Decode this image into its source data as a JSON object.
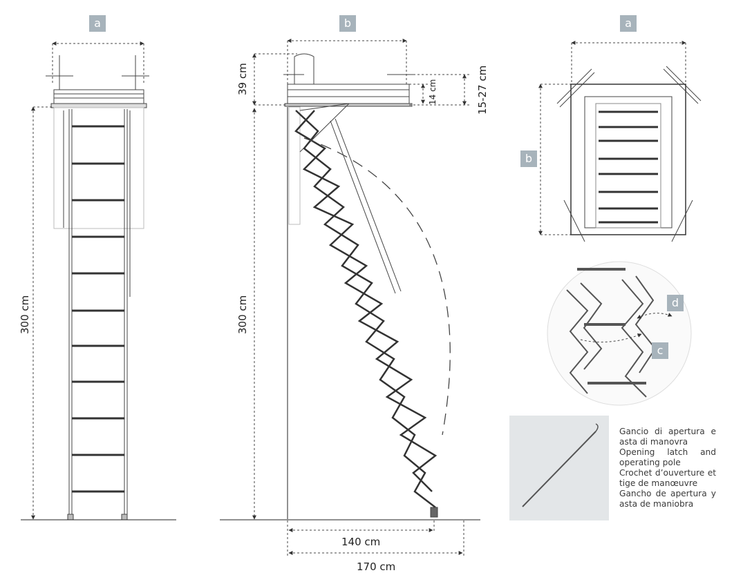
{
  "labels": {
    "a_front": "a",
    "b_side": "b",
    "a_top": "a",
    "b_top": "b",
    "d_detail": "d",
    "c_detail": "c"
  },
  "dimensions": {
    "front_height": "300 cm",
    "side_top": "39 cm",
    "side_height": "300 cm",
    "side_14": "14 cm",
    "side_15_27": "15-27 cm",
    "floor_140": "140 cm",
    "floor_170": "170 cm"
  },
  "caption": {
    "it": "Gancio di apertura e asta di manovra",
    "en": "Opening latch and operating pole",
    "fr": "Crochet d’ouverture et tige de manœuvre",
    "es": "Gancho de apertura y asta de maniobra"
  },
  "colors": {
    "line": "#3a3a3a",
    "tag_bg": "#a7b3bb",
    "pole_box_bg": "#e3e6e8"
  }
}
